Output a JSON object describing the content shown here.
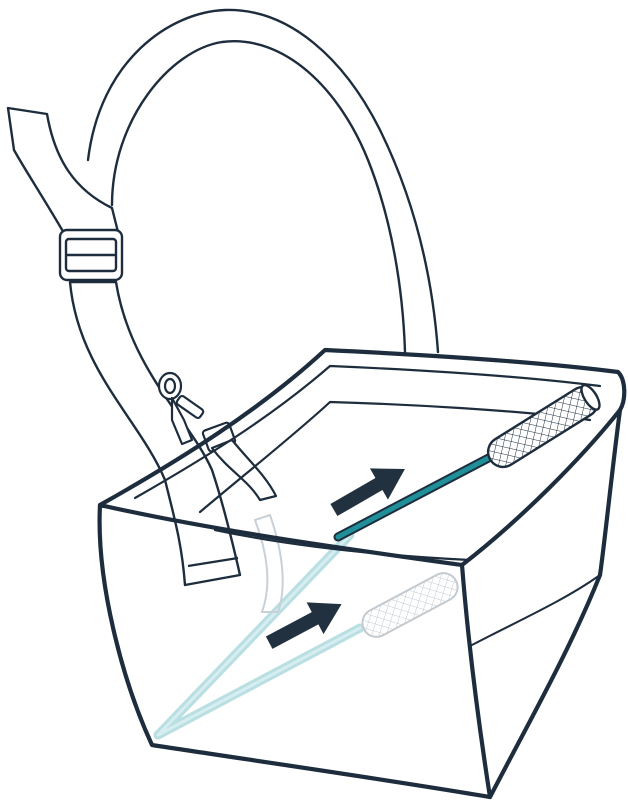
{
  "illustration": {
    "subject": "pet-car-booster-seat-with-shoulder-strap-and-support-rod",
    "colors": {
      "outline": "#1e2d3d",
      "rod": "#1f8f9a",
      "rod_ghost": "#b9dfe3",
      "ghost_outline": "#c9d0d6",
      "arrow": "#22313f",
      "background": "#ffffff",
      "fabric": "#ffffff"
    },
    "arrows": [
      {
        "name": "insert-rod-arrow-upper",
        "direction": "up-right"
      },
      {
        "name": "insert-rod-arrow-lower",
        "direction": "up-right"
      }
    ]
  }
}
